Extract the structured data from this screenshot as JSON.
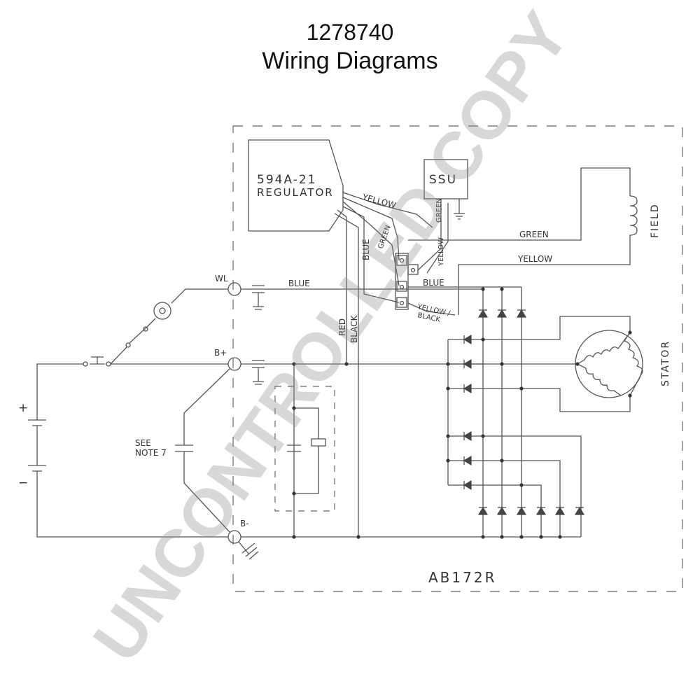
{
  "header": {
    "part_number": "1278740",
    "subtitle": "Wiring Diagrams"
  },
  "labels": {
    "regulator_line1": "594A-21",
    "regulator_line2": "REGULATOR",
    "ssu": "SSU",
    "field": "FIELD",
    "stator": "STATOR",
    "model_code": "AB172R",
    "wl": "WL",
    "b_plus": "B+",
    "b_minus": "B-",
    "see": "SEE",
    "note7": "NOTE 7",
    "plus": "+",
    "minus": "−"
  },
  "wires": {
    "yellow": "YELLOW",
    "blue": "BLUE",
    "green": "GREEN",
    "red": "RED",
    "black": "BLACK",
    "yellow_black": "YELLOW /",
    "yellow_black_2": "BLACK"
  },
  "watermark": "UNCONTROLLED COPY"
}
